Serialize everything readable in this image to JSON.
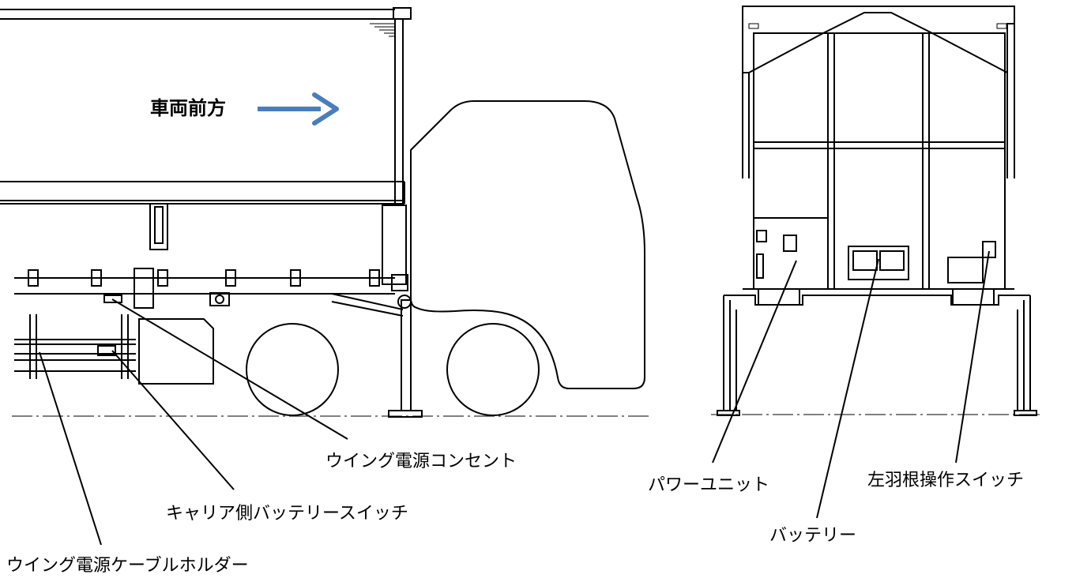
{
  "direction": {
    "label": "車両前方",
    "arrow_color": "#4A7EBB"
  },
  "side_view_labels": {
    "outlet": "ウイング電源コンセント",
    "battery_switch": "キャリア側バッテリースイッチ",
    "cable_holder": "ウイング電源ケーブルホルダー"
  },
  "rear_view_labels": {
    "power_unit": "パワーユニット",
    "battery": "バッテリー",
    "left_wing_switch": "左羽根操作スイッチ"
  }
}
